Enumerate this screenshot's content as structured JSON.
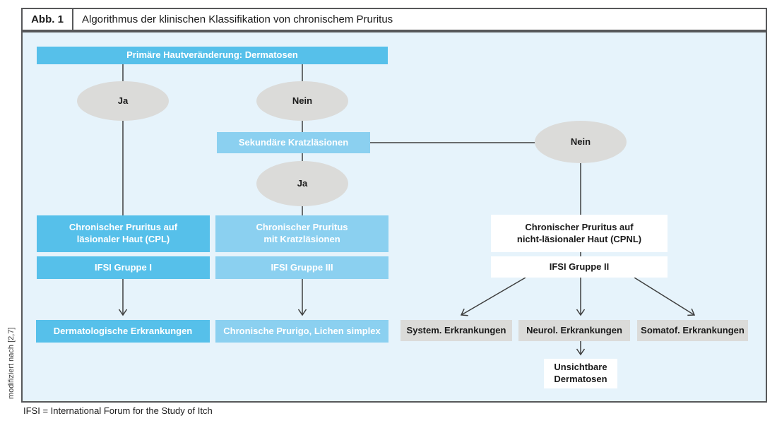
{
  "figure": {
    "label": "Abb. 1",
    "title": "Algorithmus der klinischen Klassifikation von chronischem Pruritus",
    "side_note": "modifiziert nach [2,7]",
    "footnote": "IFSI = International Forum for the Study of Itch"
  },
  "colors": {
    "panel_bg": "#e6f3fb",
    "blue_medium": "#56c0ea",
    "blue_light": "#8bd0f0",
    "gray_shape": "#dbdbd9",
    "white_box": "#ffffff",
    "line": "#3e3e3e",
    "frame_border": "#57585a"
  },
  "flowchart": {
    "primary_box": "Primäre Hautveränderung: Dermatosen",
    "decision_ja_primary": "Ja",
    "decision_nein_primary": "Nein",
    "secondary_box": "Sekundäre Kratzläsionen",
    "decision_ja_secondary": "Ja",
    "decision_nein_secondary": "Nein",
    "cpl_box": "Chronischer Pruritus auf\nläsionaler Haut (CPL)",
    "ifsi_group_i": "IFSI Gruppe I",
    "kratz_box": "Chronischer Pruritus\nmit Kratzläsionen",
    "ifsi_group_iii": "IFSI Gruppe III",
    "cpnl_box": "Chronischer Pruritus auf\nnicht-läsionaler Haut (CPNL)",
    "ifsi_group_ii": "IFSI Gruppe II",
    "derm_result": "Dermatologische Erkrankungen",
    "prurigo_result": "Chronische Prurigo, Lichen simplex",
    "system_result": "System. Erkrankungen",
    "neurol_result": "Neurol. Erkrankungen",
    "somatof_result": "Somatof. Erkrankungen",
    "unsichtbare_result": "Unsichtbare\nDermatosen"
  }
}
